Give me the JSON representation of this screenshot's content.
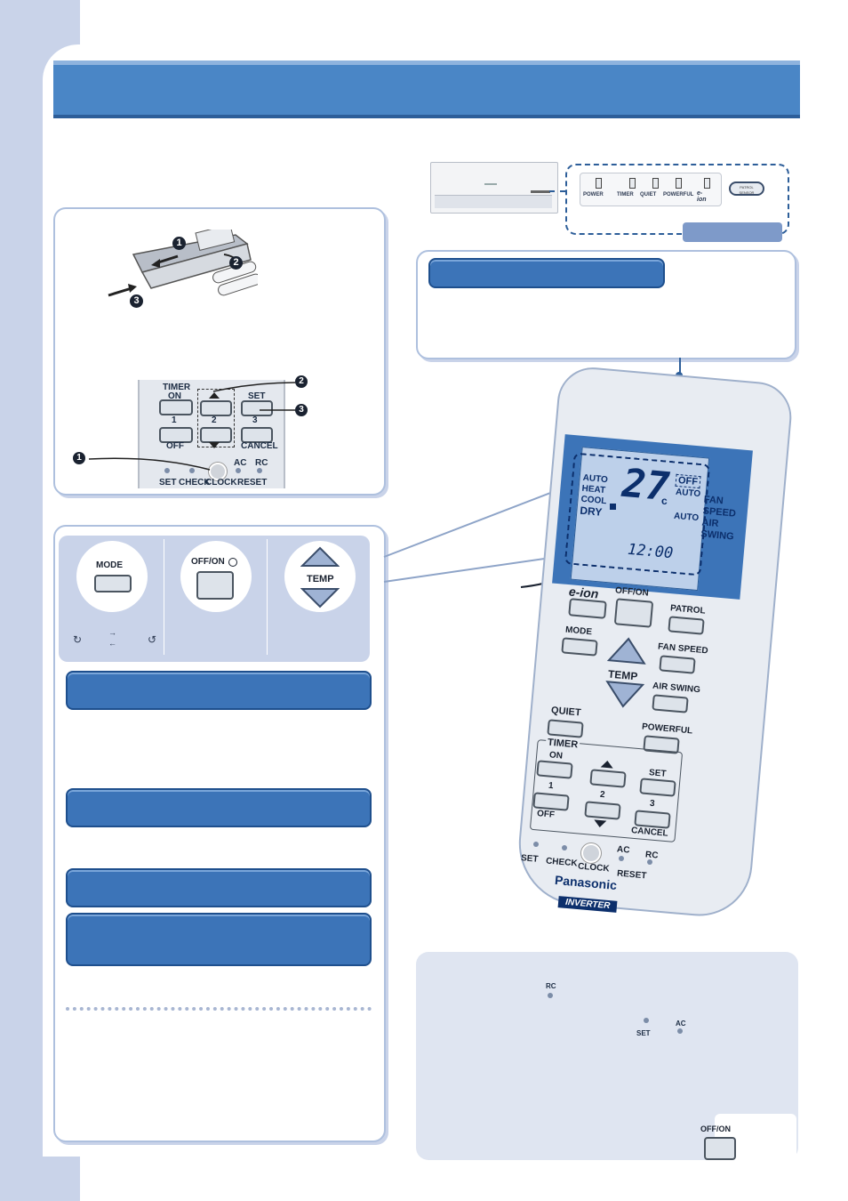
{
  "unit_indicator": {
    "labels": [
      "POWER",
      "TIMER",
      "QUIET",
      "POWERFUL"
    ],
    "eion": "e-ion",
    "sensor": [
      "PATROL",
      "SENSOR"
    ]
  },
  "battery": {
    "step1": "1",
    "step2": "2",
    "step3": "3"
  },
  "clock_inset": {
    "timer": "TIMER",
    "on": "ON",
    "off": "OFF",
    "n1": "1",
    "n2": "2",
    "n3": "3",
    "set": "SET",
    "cancel": "CANCEL",
    "ac": "AC",
    "rc": "RC",
    "leds": [
      "SET",
      "CHECK",
      "CLOCK",
      "RESET"
    ],
    "marker1": "1",
    "marker2": "2",
    "marker3": "3"
  },
  "op_buttons": {
    "mode": "MODE",
    "offon": "OFF/ON",
    "temp": "TEMP"
  },
  "lcd": {
    "modes": [
      "AUTO",
      "HEAT",
      "COOL",
      "DRY"
    ],
    "temp": "27",
    "unit": "c",
    "off": "OFF",
    "auto1": "AUTO",
    "auto2": "AUTO",
    "right": [
      "FAN",
      "SPEED",
      "AIR",
      "SWING"
    ],
    "time": "12:00"
  },
  "remote": {
    "eion": "e-ion",
    "offon": "OFF/ON",
    "patrol": "PATROL",
    "mode": "MODE",
    "fan_speed": "FAN SPEED",
    "temp": "TEMP",
    "air_swing": "AIR SWING",
    "quiet": "QUIET",
    "powerful": "POWERFUL",
    "timer": "TIMER",
    "on": "ON",
    "off": "OFF",
    "n1": "1",
    "n2": "2",
    "n3": "3",
    "set": "SET",
    "cancel": "CANCEL",
    "leds": [
      "SET",
      "CHECK",
      "CLOCK",
      "AC",
      "RC",
      "RESET"
    ],
    "brand": "Panasonic",
    "inverter": "INVERTER"
  },
  "reset_panel": {
    "rc": "RC",
    "set": "SET",
    "ac": "AC",
    "offon": "OFF/ON"
  }
}
